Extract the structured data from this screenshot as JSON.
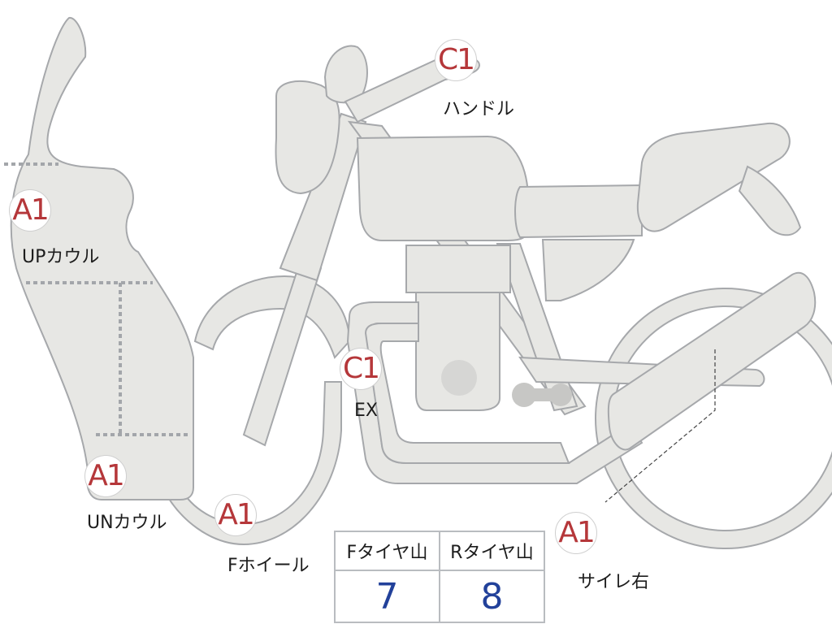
{
  "markers": [
    {
      "code": "A1",
      "label": "UPカウル"
    },
    {
      "code": "A1",
      "label": "UNカウル"
    },
    {
      "code": "A1",
      "label": "Fホイール"
    },
    {
      "code": "C1",
      "label": "ハンドル"
    },
    {
      "code": "C1",
      "label": "EX"
    },
    {
      "code": "A1",
      "label": "サイレ右"
    }
  ],
  "tire_table": {
    "headers": [
      "Fタイヤ山",
      "Rタイヤ山"
    ],
    "values": [
      "7",
      "8"
    ]
  },
  "colors": {
    "body_fill": "#e7e7e4",
    "outline": "#a6a8ab",
    "code_text": "#b5373a",
    "value_text": "#22419a"
  }
}
